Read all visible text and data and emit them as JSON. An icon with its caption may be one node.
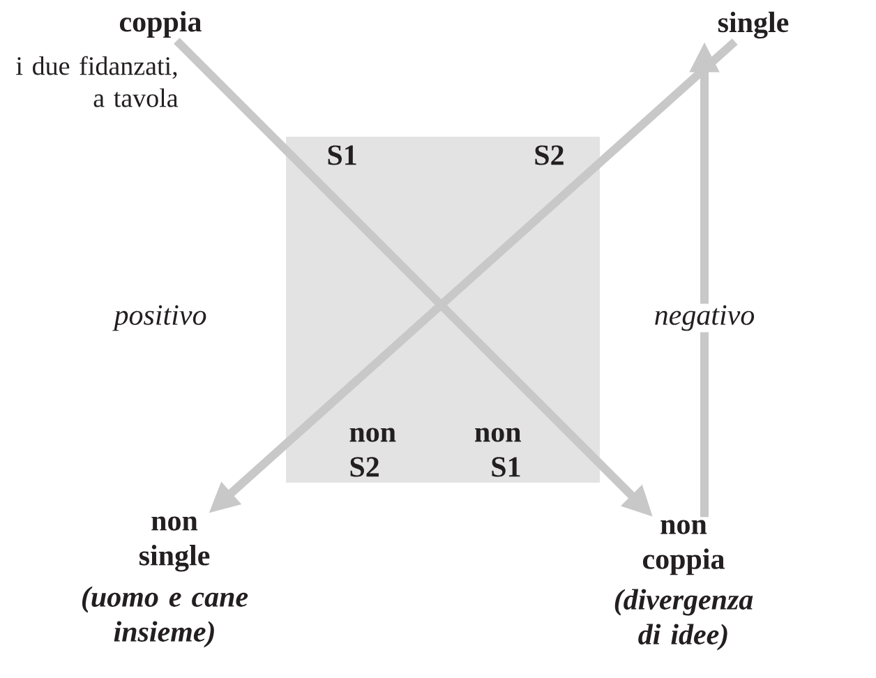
{
  "diagram": {
    "nodes": [
      {
        "text": [
          "coppia",
          "i due fidanzati, a tavola"
        ]
      },
      {
        "text": [
          "single"
        ]
      },
      {
        "text": [
          "non single",
          "(uomo e cane insieme)"
        ]
      },
      {
        "text": [
          "non coppia",
          "(divergenza di idee)"
        ]
      }
    ],
    "edges": [
      {
        "from": 0,
        "to": 3,
        "arrow": "to"
      },
      {
        "from": 1,
        "to": 2,
        "arrow": "to"
      },
      {
        "from": 3,
        "to": 1,
        "arrow": "to",
        "label": "negativo"
      }
    ],
    "labels": [
      "S1",
      "S2",
      "positivo",
      "non S2",
      "non S1"
    ]
  }
}
